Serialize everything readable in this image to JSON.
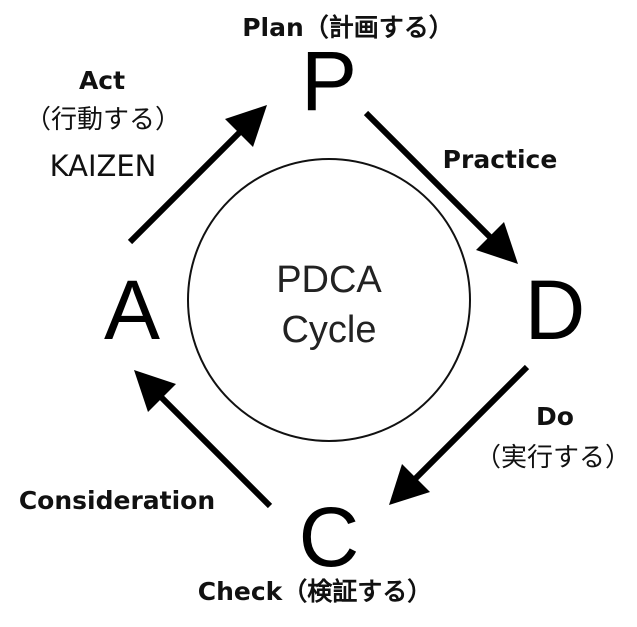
{
  "center": {
    "line1": "PDCA",
    "line2": "Cycle"
  },
  "nodes": {
    "p": "P",
    "d": "D",
    "c": "C",
    "a": "A"
  },
  "labels": {
    "plan": "Plan（計画する）",
    "practice": "Practice",
    "do_en": "Do",
    "do_jp": "（実行する）",
    "check": "Check（検証する）",
    "consideration": "Consideration",
    "act_en": "Act",
    "act_jp": "（行動する）",
    "kaizen": "KAIZEN"
  }
}
